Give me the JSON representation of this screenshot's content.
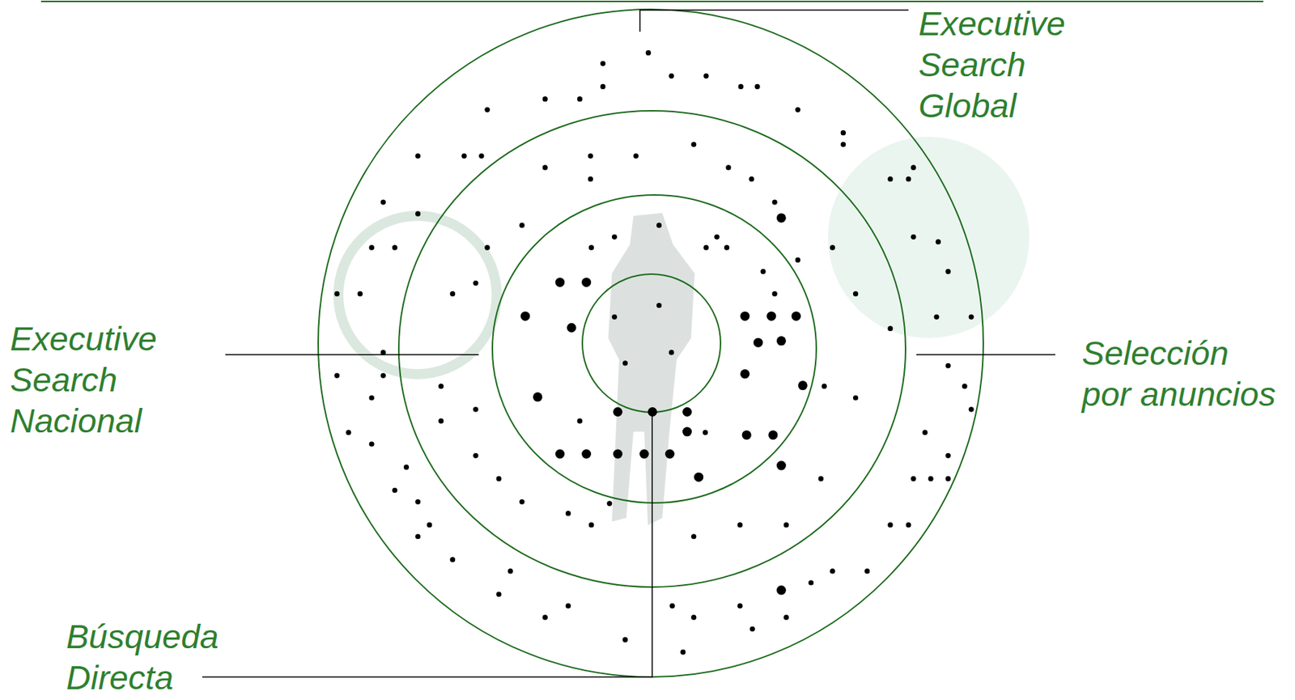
{
  "diagram": {
    "labels": [
      "Executive Search Global",
      "Executive Search Nacional",
      "Selección por anuncios",
      "Búsqueda Directa"
    ]
  }
}
